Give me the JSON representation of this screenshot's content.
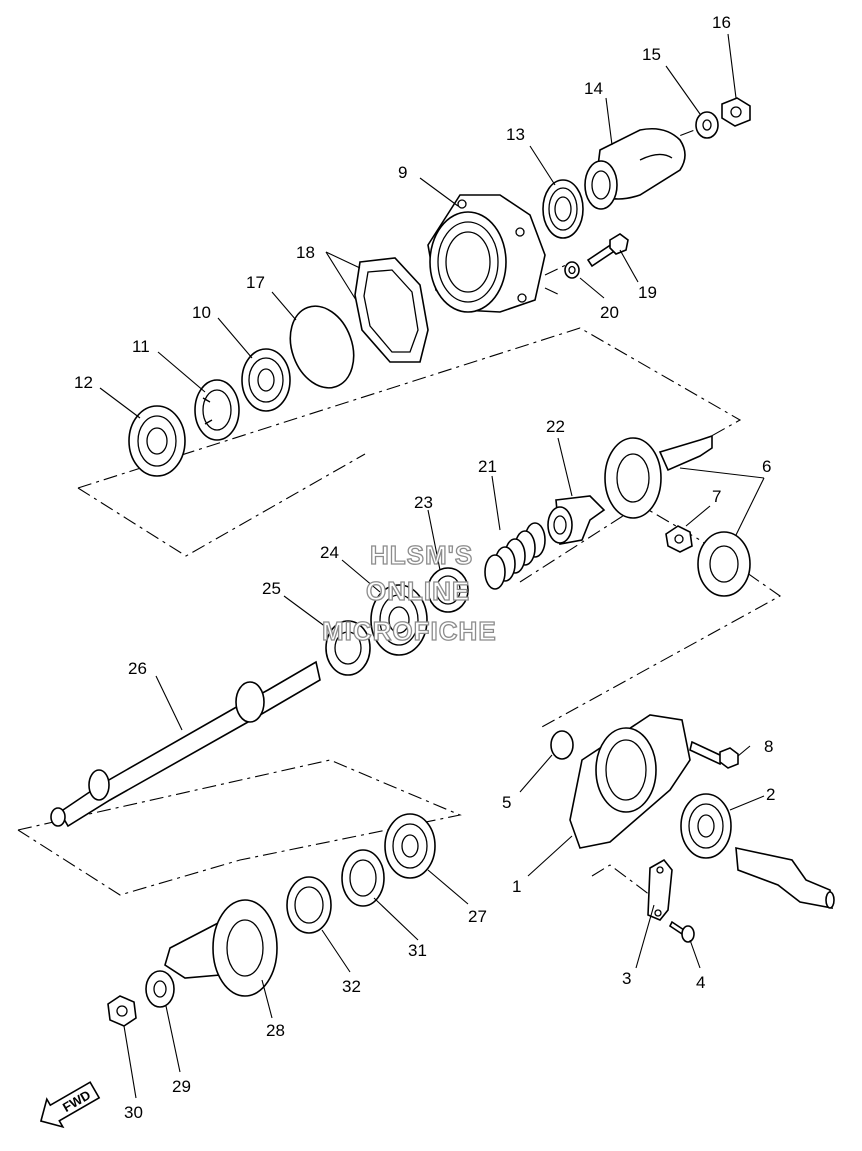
{
  "diagram": {
    "callouts": [
      "1",
      "2",
      "3",
      "4",
      "5",
      "6",
      "7",
      "8",
      "9",
      "10",
      "11",
      "12",
      "13",
      "14",
      "15",
      "16",
      "17",
      "18",
      "19",
      "20",
      "21",
      "22",
      "23",
      "24",
      "25",
      "26",
      "27",
      "28",
      "29",
      "30",
      "31",
      "32"
    ],
    "watermark": [
      "HLSM'S",
      "ONLINE",
      "MICROFICHE"
    ],
    "direction_label": "FWD"
  }
}
